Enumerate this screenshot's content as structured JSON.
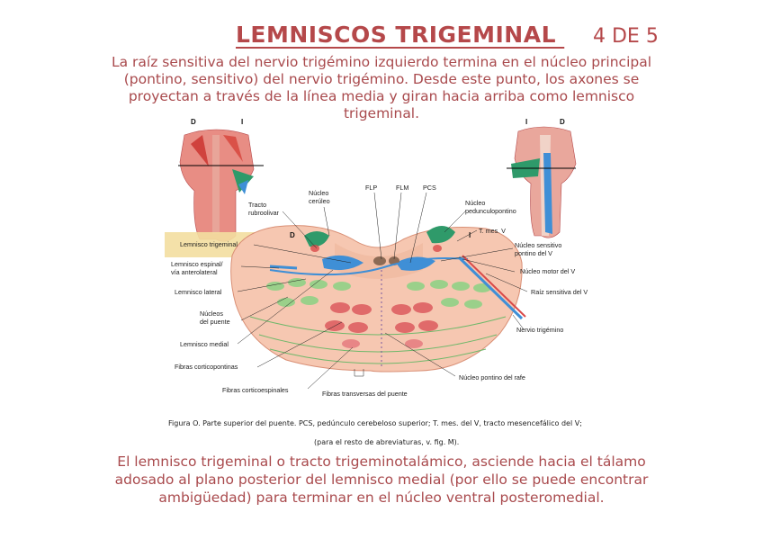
{
  "header": {
    "title": "LEMNISCOS TRIGEMINAL ",
    "page_indicator": "4 DE 5"
  },
  "intro_text": "La raíz sensitiva del nervio trigémino izquierdo termina en el núcleo principal (pontino, sensitivo) del nervio trigémino. Desde este punto, los axones se proyectan a través de la línea media y giran hacia arriba como lemnisco trigeminal.",
  "figure": {
    "orientation": {
      "left_view_d": "D",
      "left_view_i": "I",
      "right_view_i": "I",
      "right_view_d": "D",
      "section_d": "D",
      "section_i": "I"
    },
    "labels": {
      "tracto_rubroolivar": "Tracto\nrubroolivar",
      "nucleo_ceruleo": "Núcleo\ncerúleo",
      "flp": "FLP",
      "flm": "FLM",
      "pcs": "PCS",
      "nucleo_pedunculopontino": "Núcleo\npedunculopontino",
      "t_mes_v": "T. mes. V",
      "lemnisco_trigeminal": "Lemnisco trigeminal",
      "nucleo_sensitivo_pontino": "Núcleo sensitivo\npontino del V",
      "lemnisco_espinal": "Lemnisco espinal/\nvía anterolateral",
      "nucleo_motor_v": "Núcleo motor del V",
      "lemnisco_lateral": "Lemnisco lateral",
      "raiz_sensitiva_v": "Raíz sensitiva del V",
      "nucleos_puente": "Núcleos\ndel puente",
      "nervio_trigemino": "Nervio trigémino",
      "lemnisco_medial": "Lemnisco medial",
      "fibras_corticopontinas": "Fibras corticopontinas",
      "nucleo_pontino_rafe": "Núcleo pontino del rafe",
      "fibras_corticoespinales": "Fibras corticoespinales",
      "fibras_transversas": "Fibras transversas del puente"
    },
    "caption_line1": "Figura O. Parte superior del puente. PCS, pedúnculo cerebeloso superior; T. mes. del V, tracto mesencefálico del V;",
    "caption_line2": "(para el resto de abreviaturas, v. fig. M)."
  },
  "outro_text": "El lemnisco trigeminal o tracto trigeminotalámico,  asciende hacia el tálamo adosado al plano posterior del lemnisco medial (por ello se puede encontrar ambigüedad) para terminar en el núcleo ventral posteromedial.",
  "colors": {
    "accent": "#b5484a",
    "pons_fill": "#f6c7b1",
    "highlight": "#f3dea0",
    "tract_blue": "#3f8fd6",
    "nucleus_green": "#2f9a6a",
    "nucleus_red": "#d94a4a"
  }
}
